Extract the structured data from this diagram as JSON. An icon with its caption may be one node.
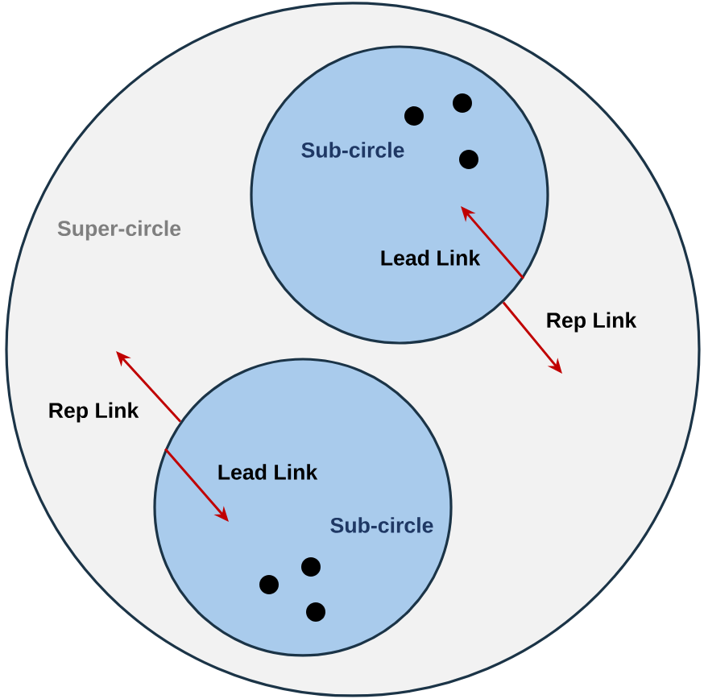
{
  "diagram": {
    "nodes": [
      {
        "text": [
          "Super-circle"
        ]
      },
      {
        "text": [
          "Sub-circle"
        ],
        "in": 0
      },
      {
        "text": [
          "Sub-circle"
        ],
        "in": 0
      }
    ],
    "edges": [
      {
        "from": null,
        "to": 1,
        "arrow": "to",
        "label": "Lead Link"
      },
      {
        "from": 1,
        "to": null,
        "arrow": "to",
        "label": "Rep Link"
      },
      {
        "from": 2,
        "to": null,
        "arrow": "to",
        "label": "Rep Link"
      },
      {
        "from": null,
        "to": 2,
        "arrow": "to",
        "label": "Lead Link"
      }
    ]
  }
}
